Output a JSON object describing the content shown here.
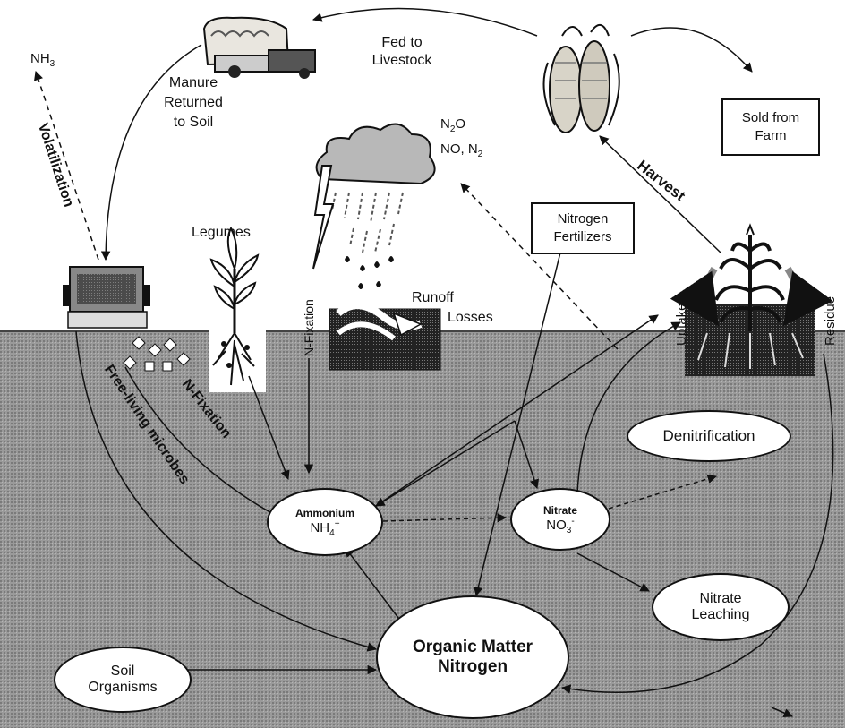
{
  "labels": {
    "nh3": "NH3",
    "volatilization": "Volatilization",
    "manure": "Manure Returned to Soil",
    "manure_l1": "Manure",
    "manure_l2": "Returned",
    "manure_l3": "to Soil",
    "fed_l1": "Fed to",
    "fed_l2": "Livestock",
    "n2o_l1": "N2O",
    "n2o_l2": "NO, N2",
    "sold_l1": "Sold from",
    "sold_l2": "Farm",
    "harvest": "Harvest",
    "legumes": "Legumes",
    "n_fixation_vertical": "N-Fixation",
    "n_fixation_diag": "N-Fixation",
    "free_living": "Free-living microbes",
    "runoff_l1": "Runoff",
    "runoff_l2": "Losses",
    "fert_l1": "Nitrogen",
    "fert_l2": "Fertilizers",
    "uptake": "Uptake",
    "residue": "Residue"
  },
  "ovals": {
    "ammonium_title": "Ammonium",
    "ammonium_formula": "NH4+",
    "nitrate_title": "Nitrate",
    "nitrate_formula": "NO3-",
    "denitrification": "Denitrification",
    "leaching_l1": "Nitrate",
    "leaching_l2": "Leaching",
    "organic_l1": "Organic Matter",
    "organic_l2": "Nitrogen",
    "soil_l1": "Soil",
    "soil_l2": "Organisms"
  },
  "colors": {
    "soil": "#8a8a8a",
    "ink": "#111111",
    "background": "#ffffff"
  },
  "icons": [
    "manure-spreader-icon",
    "corn-cobs-icon",
    "rain-cloud-icon",
    "lightning-icon",
    "legume-plant-icon",
    "corn-plant-icon",
    "runoff-icon",
    "soil-particles-icon"
  ]
}
